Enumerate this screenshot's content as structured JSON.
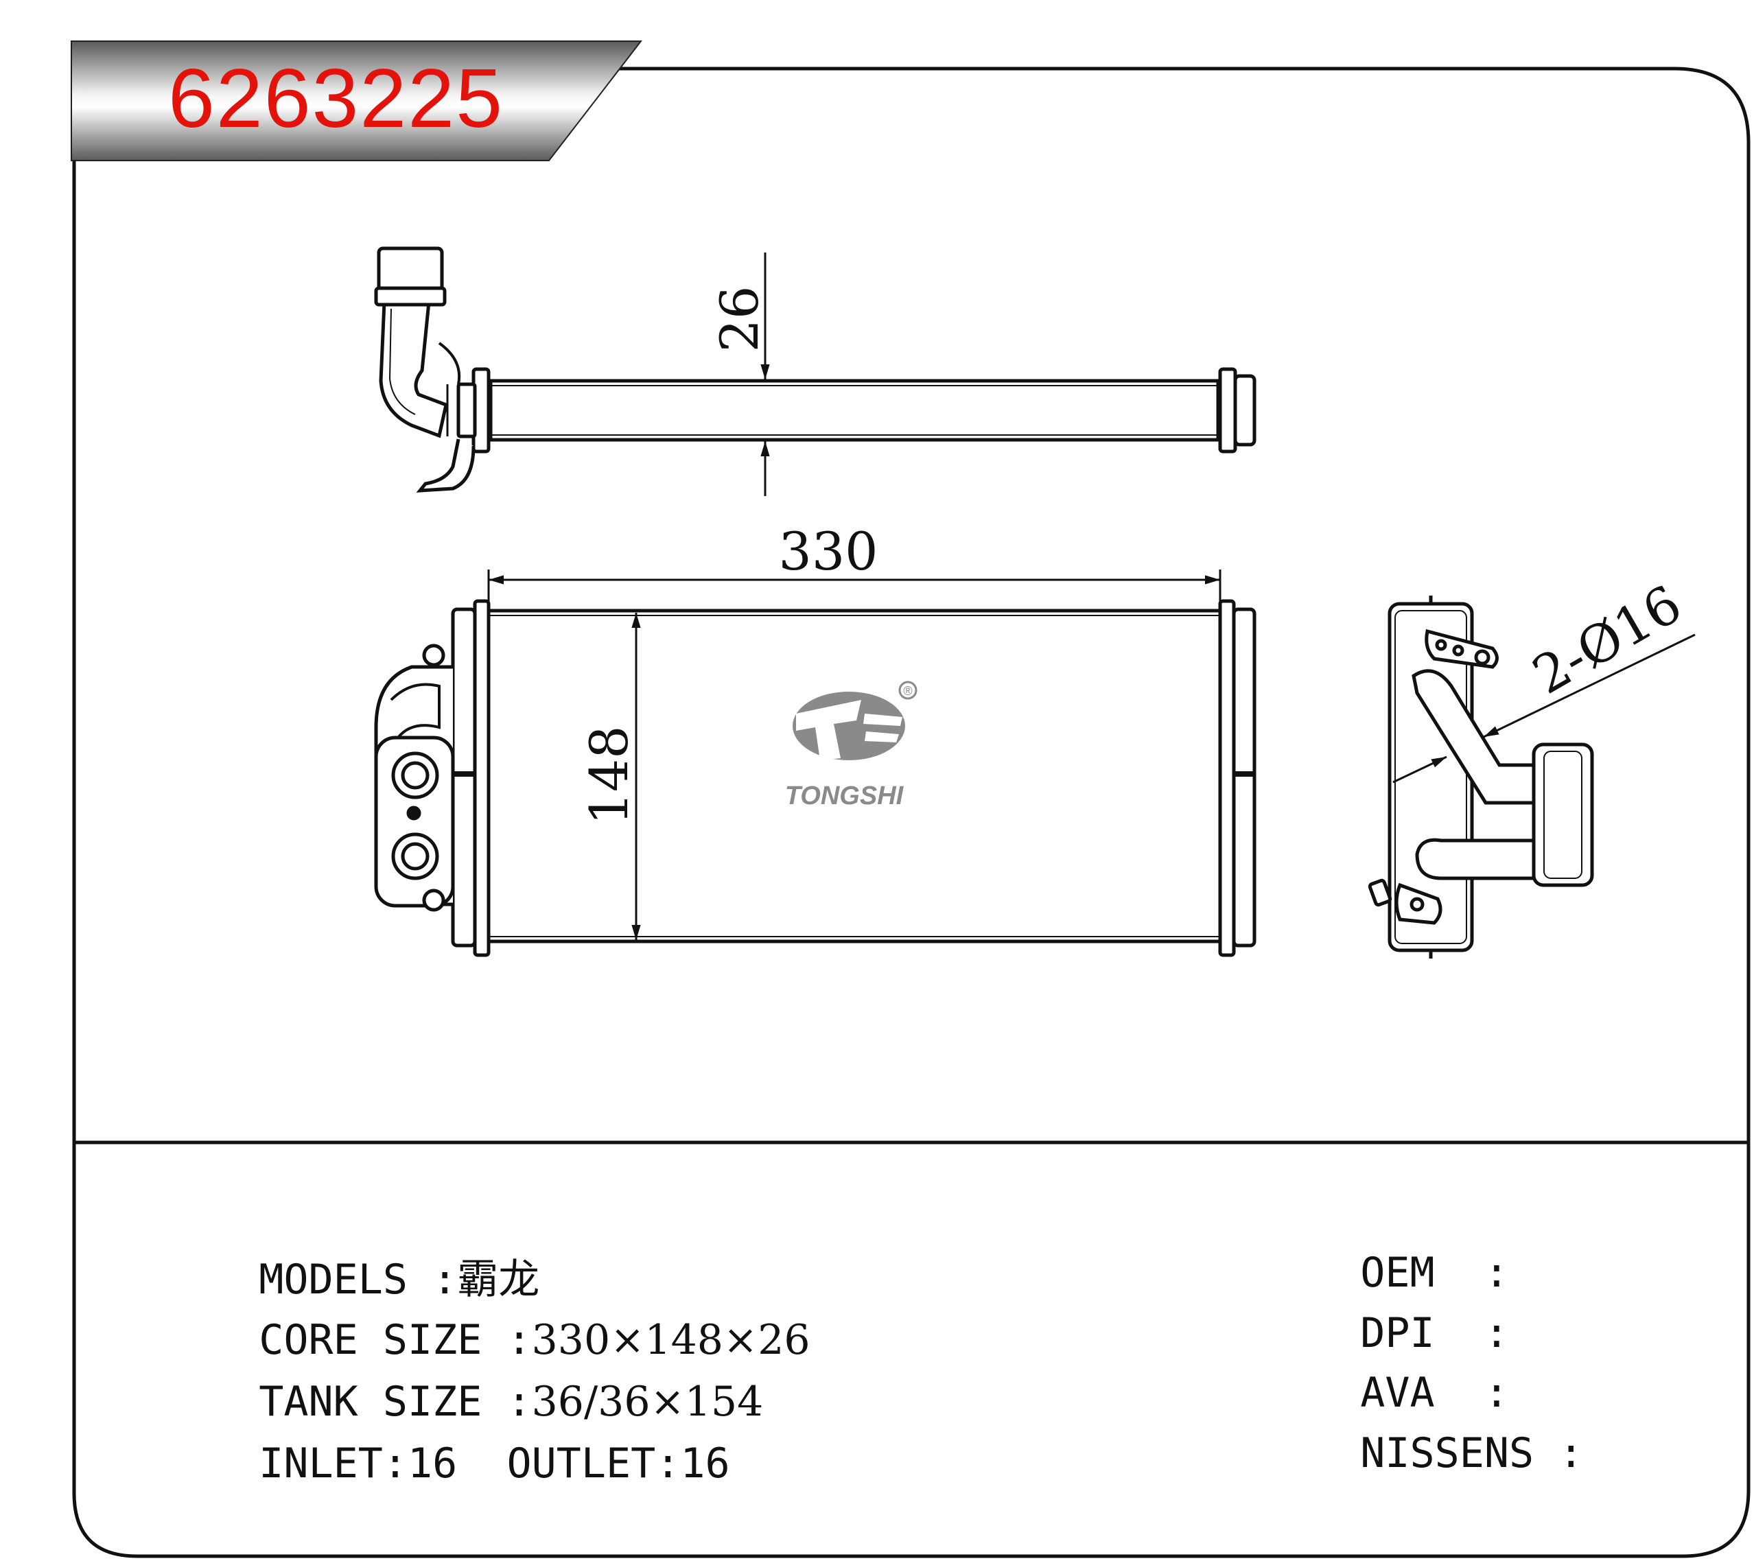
{
  "part_number": "6263225",
  "brand": {
    "name": "TONGSHI",
    "registered_mark": "®"
  },
  "dimensions": {
    "width": "330",
    "height": "148",
    "depth": "26",
    "ports": "2-Ø16"
  },
  "specs": {
    "models": {
      "label": "MODELS :",
      "value": "霸龙"
    },
    "core_size": {
      "label": "CORE SIZE :",
      "value": "330×148×26"
    },
    "tank_size": {
      "label": "TANK SIZE :",
      "value": "36/36×154"
    },
    "inlet": {
      "label": "INLET:",
      "value": "16"
    },
    "outlet": {
      "label": "OUTLET:",
      "value": "16"
    }
  },
  "cross_refs": [
    {
      "label": "OEM",
      "sep": ":",
      "value": ""
    },
    {
      "label": "DPI",
      "sep": ":",
      "value": ""
    },
    {
      "label": "AVA",
      "sep": ":",
      "value": ""
    },
    {
      "label": "NISSENS",
      "sep": ":",
      "value": ""
    }
  ],
  "colors": {
    "part_number": "#e3120b",
    "line": "#111111",
    "logo": "#8a8a8a"
  }
}
